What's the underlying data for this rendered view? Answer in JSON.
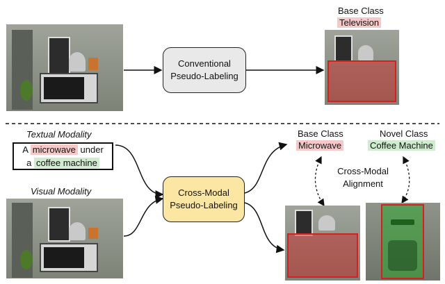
{
  "top": {
    "process_box": "Conventional Pseudo-Labeling",
    "output_title": "Base Class",
    "output_class": "Television"
  },
  "bottom": {
    "textual_modality": "Textual Modality",
    "visual_modality": "Visual Modality",
    "caption": {
      "part1": "A ",
      "highlight1": "microwave",
      "part2": " under",
      "part3": "a ",
      "highlight2": "coffee machine"
    },
    "process_box": "Cross-Modal Pseudo-Labeling",
    "base_title": "Base Class",
    "base_class": "Microwave",
    "novel_title": "Novel Class",
    "novel_class": "Coffee Machine",
    "alignment_label": "Cross-Modal Alignment"
  },
  "colors": {
    "base_highlight": "#f6c9c9",
    "novel_highlight": "#cfeccf",
    "conventional_box": "#e9e9e9",
    "crossmodal_box": "#fbe6a3",
    "box_red": "#d32020",
    "box_green": "#2fa52f"
  },
  "icons": [
    "kitchen-photo",
    "arrow-icon",
    "dashed-separator",
    "dashed-double-arrow-icon"
  ]
}
